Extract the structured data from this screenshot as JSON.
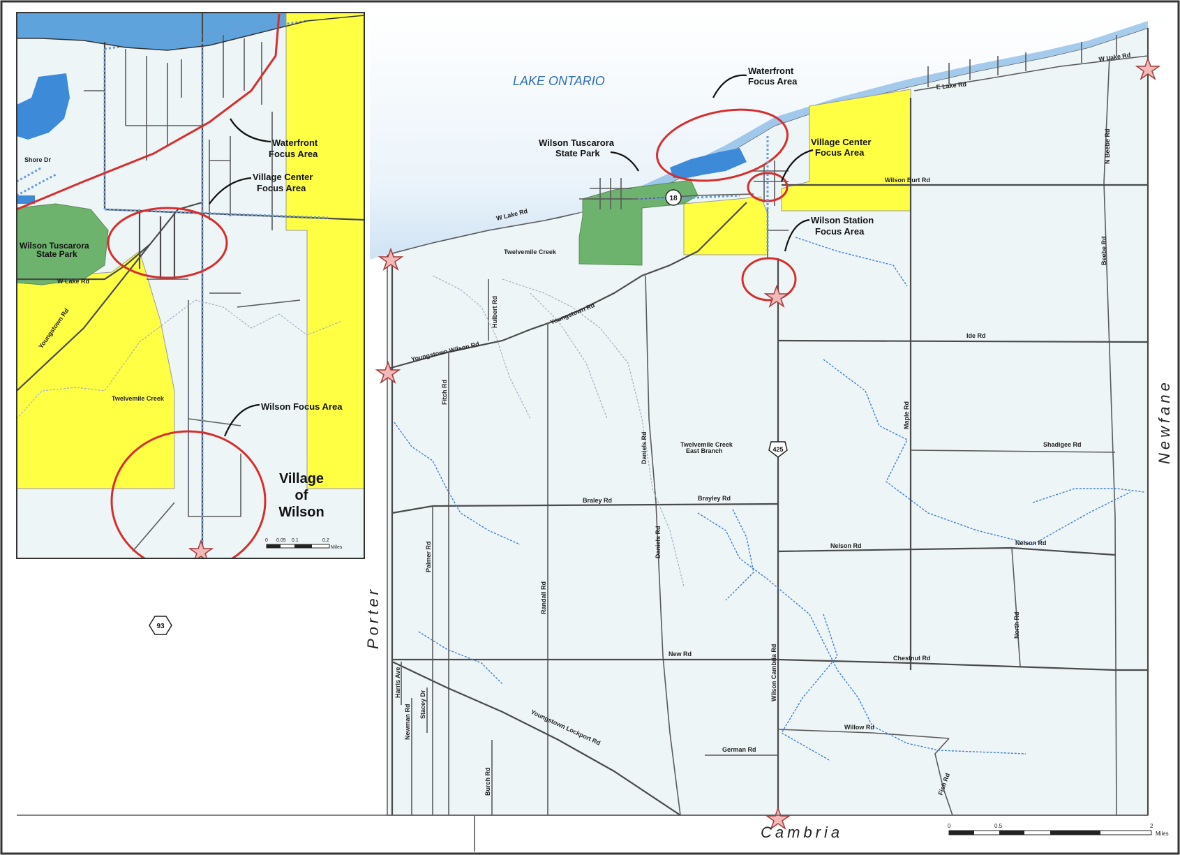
{
  "water_label": "LAKE  ONTARIO",
  "callouts": {
    "waterfront": [
      "Waterfront",
      "Focus Area"
    ],
    "village_center": [
      "Village Center",
      "Focus Area"
    ],
    "wilson_station": [
      "Wilson Station",
      "Focus Area"
    ],
    "state_park": [
      "Wilson Tuscarora",
      "State Park"
    ],
    "wilson_focus": "Wilson Focus Area"
  },
  "inset": {
    "waterfront": [
      "Waterfront",
      "Focus Area"
    ],
    "village_center": [
      "Village Center",
      "Focus Area"
    ],
    "state_park": [
      "Wilson Tuscarora",
      "State Park"
    ],
    "title": [
      "Village",
      "of",
      "Wilson"
    ],
    "creek": "Twelvemile Creek",
    "w_lake_rd": "W Lake Rd",
    "youngstown_rd": "Youngstown Rd",
    "shore_dr": "Shore Dr",
    "scale_ticks": [
      "0",
      "0.05",
      "0.1",
      "0.2"
    ],
    "scale_unit": "Miles"
  },
  "roads": {
    "w_lake_rd": "W Lake Rd",
    "e_lake_rd": "E Lake Rd",
    "wilson_burt_rd": "Wilson Burt Rd",
    "youngstown_rd": "Youngstown Rd",
    "youngstown_wilson_rd": "Youngstown Wilson Rd",
    "twelvemile_creek": "Twelvemile Creek",
    "twelvemile_east": [
      "Twelvemile Creek",
      "East Branch"
    ],
    "ide_rd": "Ide Rd",
    "shadigee_rd": "Shadigee Rd",
    "braley_rd_w": "Braley Rd",
    "brayley_rd": "Brayley Rd",
    "nelson_rd_w": "Nelson Rd",
    "nelson_rd_e": "Nelson Rd",
    "chestnut_rd": "Chestnut Rd",
    "new_rd": "New Rd",
    "willow_rd": "Willow Rd",
    "german_rd": "German Rd",
    "youngstown_lockport_rd": "Youngstown Lockport Rd",
    "hulbert_rd": "Hulbert Rd",
    "fitch_rd": "Fitch Rd",
    "daniels_rd_n": "Daniels Rd",
    "daniels_rd_s": "Daniels Rd",
    "randall_rd": "Randall Rd",
    "palmer_rd": "Palmer Rd",
    "harris_ave": "Harris Ave",
    "newman_rd": "Newman Rd",
    "stacey_dr": "Stacey Dr",
    "burch_rd": "Burch Rd",
    "wilson_cambria_rd": "Wilson Cambria Rd",
    "maple_rd": "Maple Rd",
    "beebe_rd": "Beebe Rd",
    "n_beebe_rd": "N Beebe Rd",
    "north_rd": "North Rd",
    "fish_rd": "Fish Rd",
    "w_lake_rd_east": "W Lake Rd"
  },
  "shields": {
    "rt18": "18",
    "rt425": "425",
    "rt93": "93"
  },
  "towns": {
    "porter": "Porter",
    "newfane": "Newfane",
    "cambria": "Cambria"
  },
  "scale": {
    "ticks": [
      "0",
      "0.5",
      "2"
    ],
    "unit": "Miles"
  },
  "colors": {
    "water": "#5fa3dc",
    "land": "#eef5f7",
    "park": "#6db36d",
    "focus_area": "#ffff44",
    "focus_circle": "#d62e2e",
    "stream": "#3d7fd0"
  }
}
